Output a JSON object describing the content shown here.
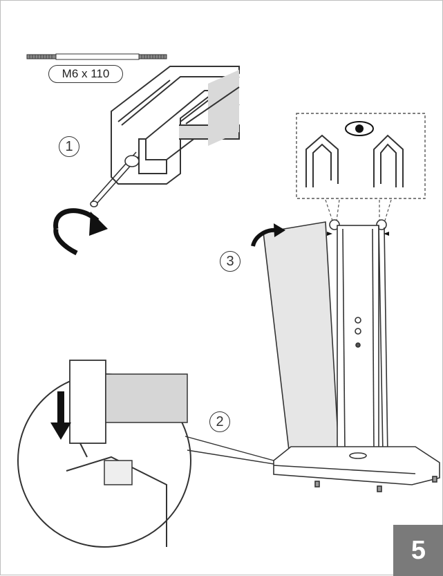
{
  "bolt": {
    "label": "M6 x 110"
  },
  "steps": {
    "one": "1",
    "two": "2",
    "three": "3"
  },
  "page": {
    "number": "5"
  },
  "colors": {
    "line": "#333333",
    "glass": "#dcdcdc",
    "badge": "#7a7a7a"
  },
  "icons": [
    "bolt-icon",
    "rotate-arrow-icon",
    "down-arrow-icon",
    "eye-icon",
    "shower-enclosure-icon",
    "profile-clip-icon"
  ]
}
